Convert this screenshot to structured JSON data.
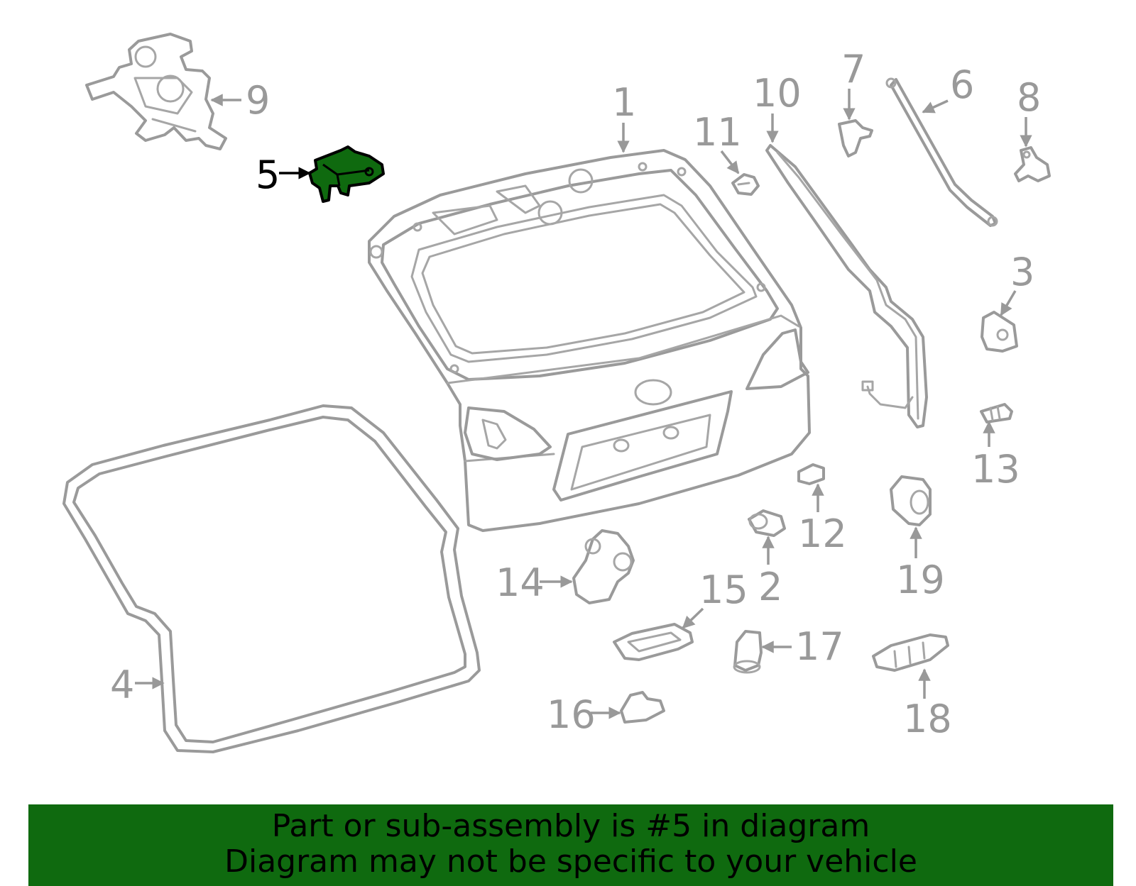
{
  "highlight_color": "#0f6a0f",
  "callouts": {
    "n1": "1",
    "n2": "2",
    "n3": "3",
    "n4": "4",
    "n5": "5",
    "n6": "6",
    "n7": "7",
    "n8": "8",
    "n9": "9",
    "n10": "10",
    "n11": "11",
    "n12": "12",
    "n13": "13",
    "n14": "14",
    "n15": "15",
    "n16": "16",
    "n17": "17",
    "n18": "18",
    "n19": "19"
  },
  "highlighted_part": "5",
  "banner": {
    "line1": "Part or sub-assembly is #5 in diagram",
    "line2": "Diagram may not be specific to your vehicle"
  }
}
